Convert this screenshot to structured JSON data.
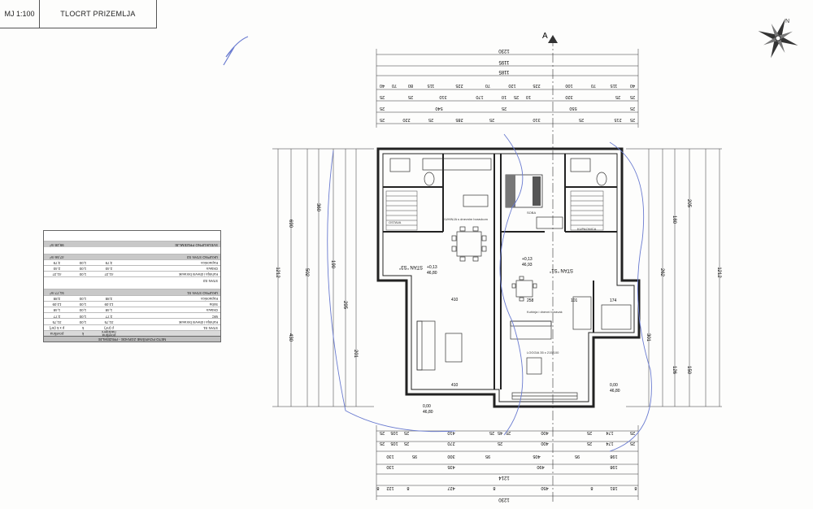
{
  "title_block": {
    "scale": "MJ 1:100",
    "title": "TLOCRT PRIZEMLJA"
  },
  "section_marker": "A",
  "area_table": {
    "header": "NETO POVRŠINE ZGRADE - PRIZEMLJE",
    "col_headers": [
      "površina nadzijeni",
      "k",
      "površina"
    ],
    "col_units": [
      "p (m²)",
      "k",
      "p x k (m²)"
    ],
    "stan1_label": "STAN S1",
    "stan1_rows": [
      [
        "Kuhinja i dnevni boravak",
        "31,75",
        "1,00",
        "31,75"
      ],
      [
        "WC",
        "2,77",
        "1,00",
        "2,77"
      ],
      [
        "Ostava",
        "1,48",
        "1,00",
        "1,48"
      ],
      [
        "Soba",
        "12,09",
        "1,00",
        "12,09"
      ],
      [
        "Kupaonica",
        "3,88",
        "1,00",
        "3,88"
      ]
    ],
    "stan1_total": [
      "UKUPNO STAN S1",
      "51,77 m²"
    ],
    "stan2_label": "STAN S3",
    "stan2_rows": [
      [
        "Kuhinja i dnevni boravak",
        "41,37",
        "1,00",
        "41,37"
      ],
      [
        "Ostava",
        "2,40",
        "1,00",
        "2,40"
      ],
      [
        "Kupaonica",
        "3,79",
        "1,00",
        "3,79"
      ]
    ],
    "stan2_total": [
      "UKUPNO STAN S3",
      "47,56 m²"
    ],
    "grand_total": [
      "SVEUKUPNO PRIZEMLJE",
      "99,28 m²"
    ]
  },
  "plan": {
    "stan_left": "STAN \"S3\"",
    "stan_right": "STAN \"S1\"",
    "level_left": "+0,13",
    "level_left_b": "46,80",
    "level_right": "+0,13",
    "level_right_b": "46,93",
    "ext_level_1": "0,00",
    "ext_level_1b": "46,80",
    "ext_level_2": "0,00",
    "ext_level_2b": "46,80",
    "dim_top": [
      "1230",
      "1195",
      "1185"
    ],
    "dim_top_row4": [
      "40",
      "70",
      "80",
      "115",
      "225",
      "70",
      "120",
      "225",
      "100",
      "70",
      "115",
      "40"
    ],
    "dim_top_row5": [
      "25",
      "25",
      "310",
      "170",
      "10",
      "25",
      "10",
      "320",
      "25",
      "25"
    ],
    "dim_top_row6": [
      "25",
      "540",
      "25",
      "550",
      "25"
    ],
    "dim_top_row7": [
      "25",
      "220",
      "25",
      "285",
      "25",
      "310",
      "25",
      "215",
      "25"
    ],
    "dim_bottom_row1": [
      "25",
      "105",
      "25",
      "410",
      "25",
      "45",
      "25",
      "400",
      "25",
      "174",
      "25"
    ],
    "dim_bottom_row2": [
      "25",
      "105",
      "25",
      "270",
      "25",
      "400",
      "25",
      "174",
      "25"
    ],
    "dim_bottom_row3": [
      "130",
      "95",
      "300",
      "95",
      "405",
      "95",
      "198"
    ],
    "dim_bottom_row4": [
      "130",
      "435",
      "490",
      "198"
    ],
    "dim_bottom_totals": [
      "1214",
      "1230"
    ],
    "dim_bottom_last": [
      "8",
      "122",
      "8",
      "427",
      "8",
      "450",
      "8",
      "181",
      "8"
    ],
    "dim_left": [
      "1212",
      "690",
      "430",
      "502",
      "360",
      "190",
      "295",
      "201"
    ],
    "dim_right": [
      "1212",
      "205",
      "180",
      "262",
      "301",
      "126",
      "150"
    ],
    "room_labels": [
      "KUHINJA s dnevnim boravkom",
      "SOBA",
      "KUPAONICA",
      "OSTAVA",
      "LOGGIA 35 x 215/100",
      "Kuhinja i dnevni boravak"
    ],
    "misc_labels": [
      "410",
      "410",
      "258",
      "101",
      "174"
    ]
  }
}
